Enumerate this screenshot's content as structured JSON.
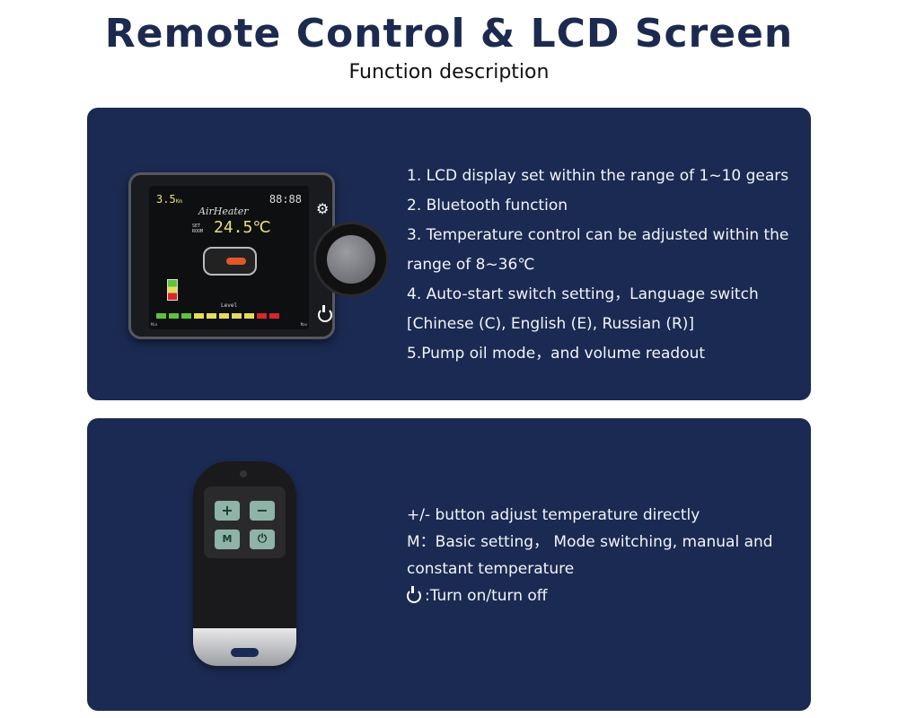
{
  "header": {
    "title": "Remote Control & LCD Screen",
    "subtitle": "Function description"
  },
  "lcd_panel": {
    "device": {
      "brand": "AirHeater",
      "distance": "3.5",
      "distance_unit": "Km",
      "clock": "88:88",
      "set_label": "SET",
      "room_label": "ROOM",
      "temperature": "24.5℃",
      "level_label": "Level",
      "min_label": "Min",
      "max_label": "Max"
    },
    "features": [
      "1. LCD display set within the range of 1~10 gears",
      "2. Bluetooth function",
      "3. Temperature control can be adjusted within the",
      "range of 8~36℃",
      "4. Auto-start switch setting，Language switch",
      "[Chinese (C), English (E), Russian (R)]",
      "5.Pump oil mode，and volume readout"
    ]
  },
  "remote_panel": {
    "buttons": {
      "plus": "+",
      "minus": "−",
      "mode": "M",
      "power": "⏻"
    },
    "features": [
      "+/- button adjust temperature directly",
      "M：Basic setting， Mode switching, manual and",
      "constant temperature",
      ":Turn on/turn off"
    ]
  },
  "colors": {
    "panel": "#1b2a52",
    "title": "#1d2a50",
    "level_green": "#5ec23a",
    "level_yellow": "#e5dc5a",
    "level_red": "#d8262b"
  }
}
